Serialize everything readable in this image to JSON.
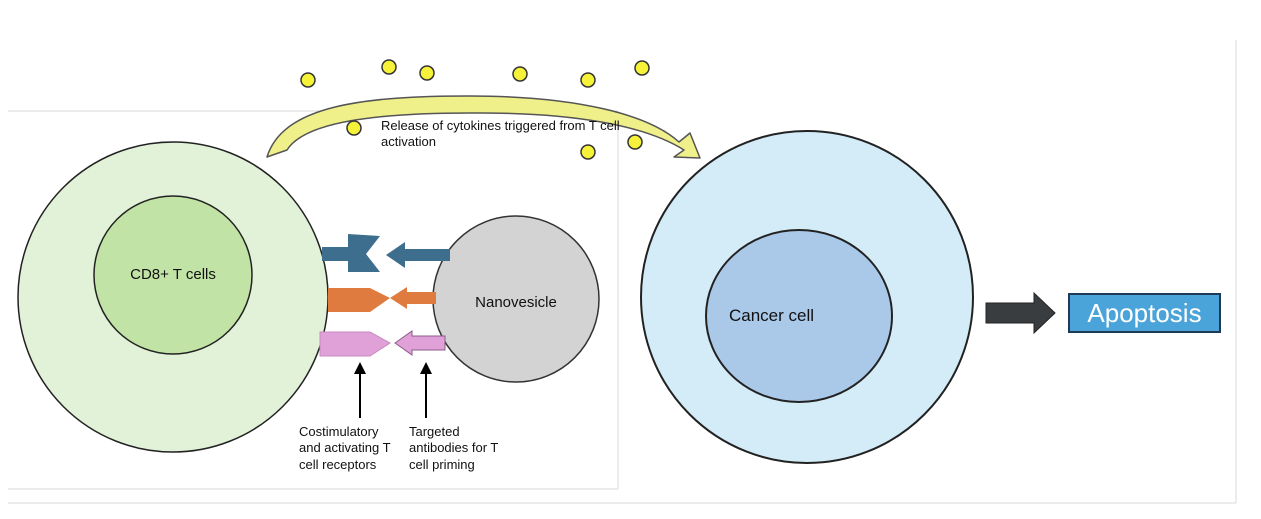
{
  "tcell": {
    "label": "CD8+ T cells"
  },
  "nanovesicle": {
    "label": "Nanovesicle"
  },
  "cancer": {
    "label": "Cancer cell"
  },
  "cytokines": {
    "label": "Release of cytokines  triggered from T cell activation"
  },
  "annotations": {
    "receptors": "Costimulatory and activating T cell receptors",
    "antibodies": "Targeted antibodies for T cell priming"
  },
  "outcome": {
    "label": "Apoptosis"
  },
  "colors": {
    "tcell_outer": "#e2f2d8",
    "tcell_inner": "#c1e3a6",
    "nanovesicle": "#d3d3d3",
    "cancer_outer": "#d3ecf8",
    "cancer_inner": "#aac8e8",
    "receptor_blue": "#3d6e8e",
    "receptor_orange": "#e07b40",
    "receptor_pink": "#e0a0d8",
    "cytokine": "#f6f23a",
    "curve_arrow": "#f0f08a",
    "apoptosis_box": "#4aa3d9"
  }
}
